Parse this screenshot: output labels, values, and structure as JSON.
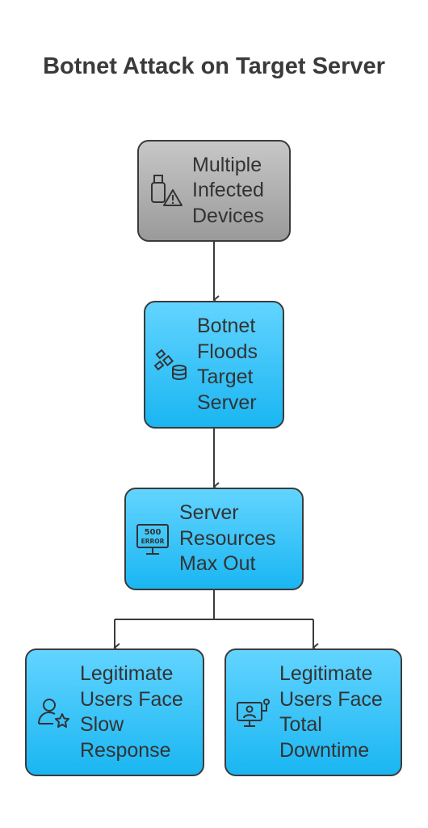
{
  "title": "Botnet Attack on Target Server",
  "nodes": [
    {
      "id": "infected",
      "label": "Multiple\nInfected\nDevices",
      "icon": "usb-warning-icon"
    },
    {
      "id": "floods",
      "label": "Botnet\nFloods\nTarget\nServer",
      "icon": "satellite-database-icon"
    },
    {
      "id": "maxout",
      "label": "Server\nResources\nMax Out",
      "icon": "error-500-monitor-icon",
      "icon_text": "500\nERROR"
    },
    {
      "id": "slow",
      "label": "Legitimate\nUsers Face\nSlow\nResponse",
      "icon": "user-star-icon"
    },
    {
      "id": "downtime",
      "label": "Legitimate\nUsers Face\nTotal\nDowntime",
      "icon": "monitor-user-icon"
    }
  ],
  "colors": {
    "gray_box": "#a6a6a6",
    "blue_box": "#22bbf5",
    "stroke": "#3b3b3b"
  }
}
